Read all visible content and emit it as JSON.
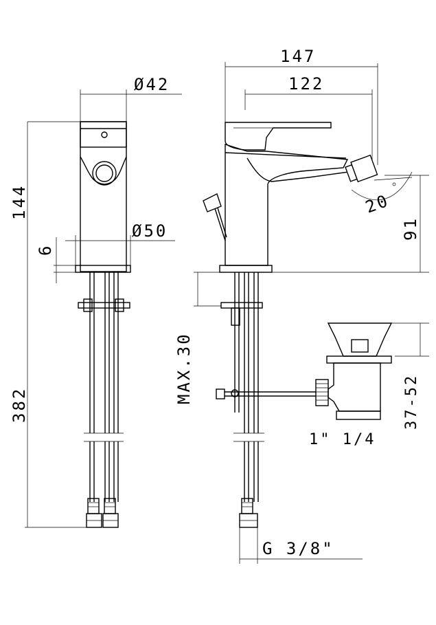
{
  "dimensions": {
    "d42": "Ø42",
    "d50": "Ø50",
    "h144": "144",
    "h6": "6",
    "h382": "382",
    "w147": "147",
    "w122": "122",
    "angle20": "20",
    "h91": "91",
    "max30": "MAX.30",
    "range3752": "37-52",
    "drain_thread": "1\"  1/4",
    "hose_thread": "G 3/8\""
  },
  "colors": {
    "line": "#000000",
    "background": "#ffffff"
  }
}
